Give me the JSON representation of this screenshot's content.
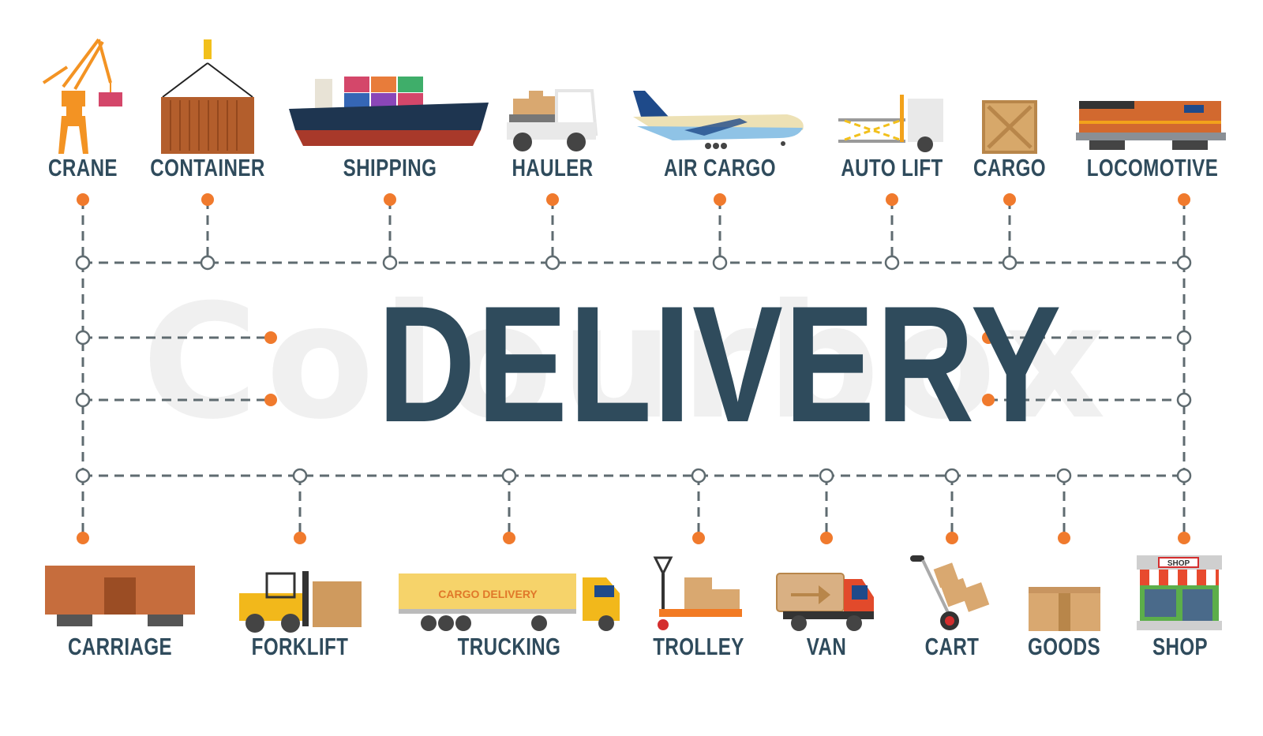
{
  "title": "DELIVERY",
  "watermark": "Colourbox",
  "colors": {
    "title": "#2f4b5c",
    "label": "#2f4b5c",
    "dot": "#f07a2d",
    "connector": "#5f6b70",
    "watermark": "#ececec"
  },
  "top_items": [
    {
      "label": "CRANE",
      "icon": "crane-icon"
    },
    {
      "label": "CONTAINER",
      "icon": "container-icon"
    },
    {
      "label": "SHIPPING",
      "icon": "cargo-ship-icon"
    },
    {
      "label": "HAULER",
      "icon": "baggage-hauler-icon"
    },
    {
      "label": "AIR CARGO",
      "icon": "cargo-plane-icon"
    },
    {
      "label": "AUTO LIFT",
      "icon": "scissor-lift-truck-icon"
    },
    {
      "label": "CARGO",
      "icon": "wooden-crate-icon"
    },
    {
      "label": "LOCOMOTIVE",
      "icon": "locomotive-icon"
    }
  ],
  "bottom_items": [
    {
      "label": "CARRIAGE",
      "icon": "rail-boxcar-icon"
    },
    {
      "label": "FORKLIFT",
      "icon": "forklift-icon"
    },
    {
      "label": "TRUCKING",
      "icon": "semi-truck-icon",
      "truck_text": "CARGO DELIVERY"
    },
    {
      "label": "TROLLEY",
      "icon": "pallet-jack-icon"
    },
    {
      "label": "VAN",
      "icon": "delivery-van-icon"
    },
    {
      "label": "CART",
      "icon": "hand-truck-icon"
    },
    {
      "label": "GOODS",
      "icon": "cardboard-box-icon"
    },
    {
      "label": "SHOP",
      "icon": "storefront-icon",
      "sign_text": "SHOP"
    }
  ]
}
